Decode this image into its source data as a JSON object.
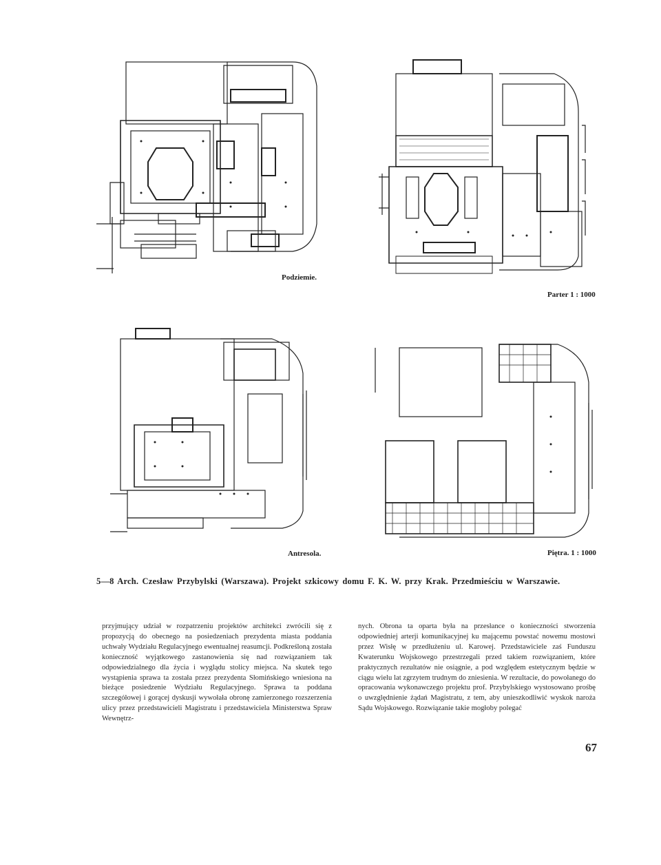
{
  "plans": {
    "basement": {
      "label": "Podziemie."
    },
    "ground": {
      "label": "Parter  1 : 1000"
    },
    "mezzanine": {
      "label": "Antresola."
    },
    "floors": {
      "label": "Piętra.  1 : 1000"
    }
  },
  "caption": "5—8  Arch.  Czesław  Przybylski  (Warszawa).   Projekt  szkicowy  domu  F.  K.  W.  przy  Krak.  Przedmieściu  w  Warszawie.",
  "body": {
    "left_column": "przyjmujący udział w rozpatrzeniu projektów architekci zwrócili się z propozycją do obecnego na posiedzeniach prezydenta miasta poddania uchwały Wydziału Regulacyjnego ewentualnej reasumcji. Podkreśloną została konieczność wyjątkowego zastanowienia się nad rozwiązaniem tak odpowiedzialnego dla życia i wyglądu stolicy miejsca. Na skutek tego wystąpienia sprawa ta została przez prezydenta Słomińskiego wniesiona na bieżące posiedzenie Wydziału Regulacyjnego. Sprawa ta poddana szczegółowej i gorącej dyskusji wywołała obronę zamierzonego rozszerzenia ulicy przez przedstawicieli Magistratu i przedstawiciela Ministerstwa Spraw Wewnętrz-",
    "right_column": "nych. Obrona ta oparta była na przesłance o konieczności stworzenia odpowiedniej arterji komunikacyjnej ku mającemu powstać nowemu mostowi przez Wisłę w przedłużeniu ul. Karowej. Przedstawiciele zaś Funduszu Kwaterunku Wojskowego przestrzegali przed takiem rozwiązaniem, które praktycznych rezultatów nie osiągnie, a pod względem estetycznym będzie w ciągu wielu lat zgrzytem trudnym do zniesienia. W rezultacie, do powołanego do opracowania wykonawczego projektu prof. Przybylskiego wystosowano prośbę o uwzględnienie żądań Magistratu, z tem, aby unieszkodliwić wyskok naroża Sądu Wojskowego. Rozwiązanie takie mogłoby polegać"
  },
  "page_number": "67"
}
